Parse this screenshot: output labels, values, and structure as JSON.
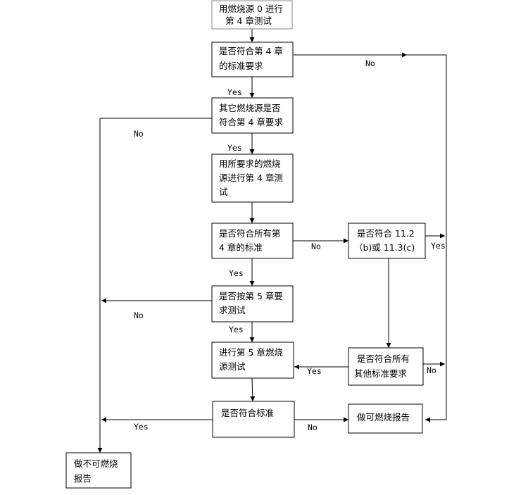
{
  "nodes": {
    "start": [
      "用燃烧源 0 进行",
      "第 4 章测试"
    ],
    "q_ch4": [
      "是否符合第 4 章",
      "的标准要求"
    ],
    "q_other": [
      "其它燃烧源是否",
      "符合第 4 章要求"
    ],
    "test_required": [
      "用所要求的燃烧",
      "源进行第 4 章测",
      "试"
    ],
    "q_all_ch4": [
      "是否符合所有第",
      "4 章的标准"
    ],
    "q_112": [
      "是否符合  11.2",
      "（b)或 11.3(c)"
    ],
    "q_ch5": [
      "是否按第 5 章要",
      "求测试"
    ],
    "test_ch5": [
      "进行第 5 章燃烧",
      "源测试"
    ],
    "q_other_std": [
      "是否符合所有",
      "其他标准要求"
    ],
    "q_std": [
      "是否符合标准"
    ],
    "report_combustible": [
      "做可燃烧报告"
    ],
    "report_noncombustible": [
      "做不可燃烧",
      "报告"
    ]
  },
  "labels": {
    "yes": "Yes",
    "no": "No"
  }
}
